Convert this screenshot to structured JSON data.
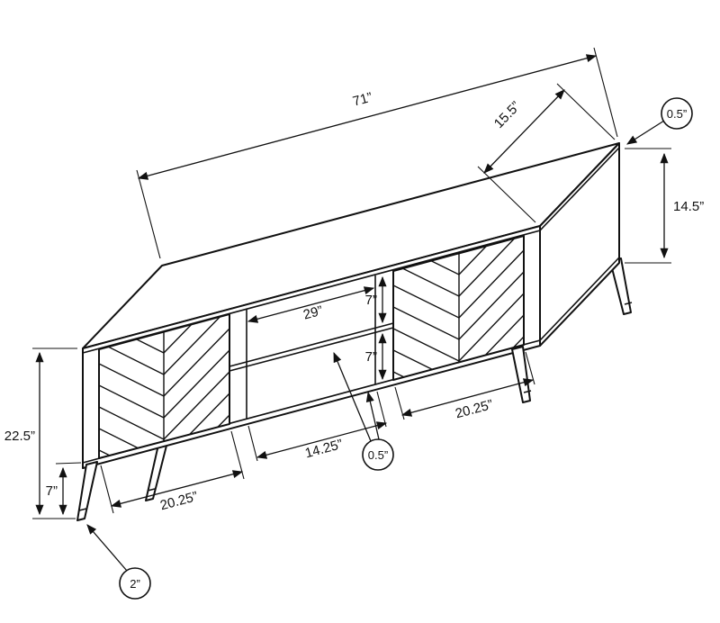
{
  "diagram": {
    "line_color": "#111111",
    "background_color": "#ffffff",
    "dimensions": {
      "width_top": "71”",
      "depth": "15.5”",
      "top_thickness": "0.5”",
      "right_compartment_height": "14.5”",
      "total_height": "22.5”",
      "leg_height": "7”",
      "leg_diameter": "2”",
      "left_door_width": "20.25”",
      "right_door_width": "20.25”",
      "shelf_width": "29”",
      "middle_opening_width": "14.25”",
      "upper_opening_height": "7”",
      "lower_opening_height": "7”",
      "shelf_thickness": "0.5”"
    }
  }
}
